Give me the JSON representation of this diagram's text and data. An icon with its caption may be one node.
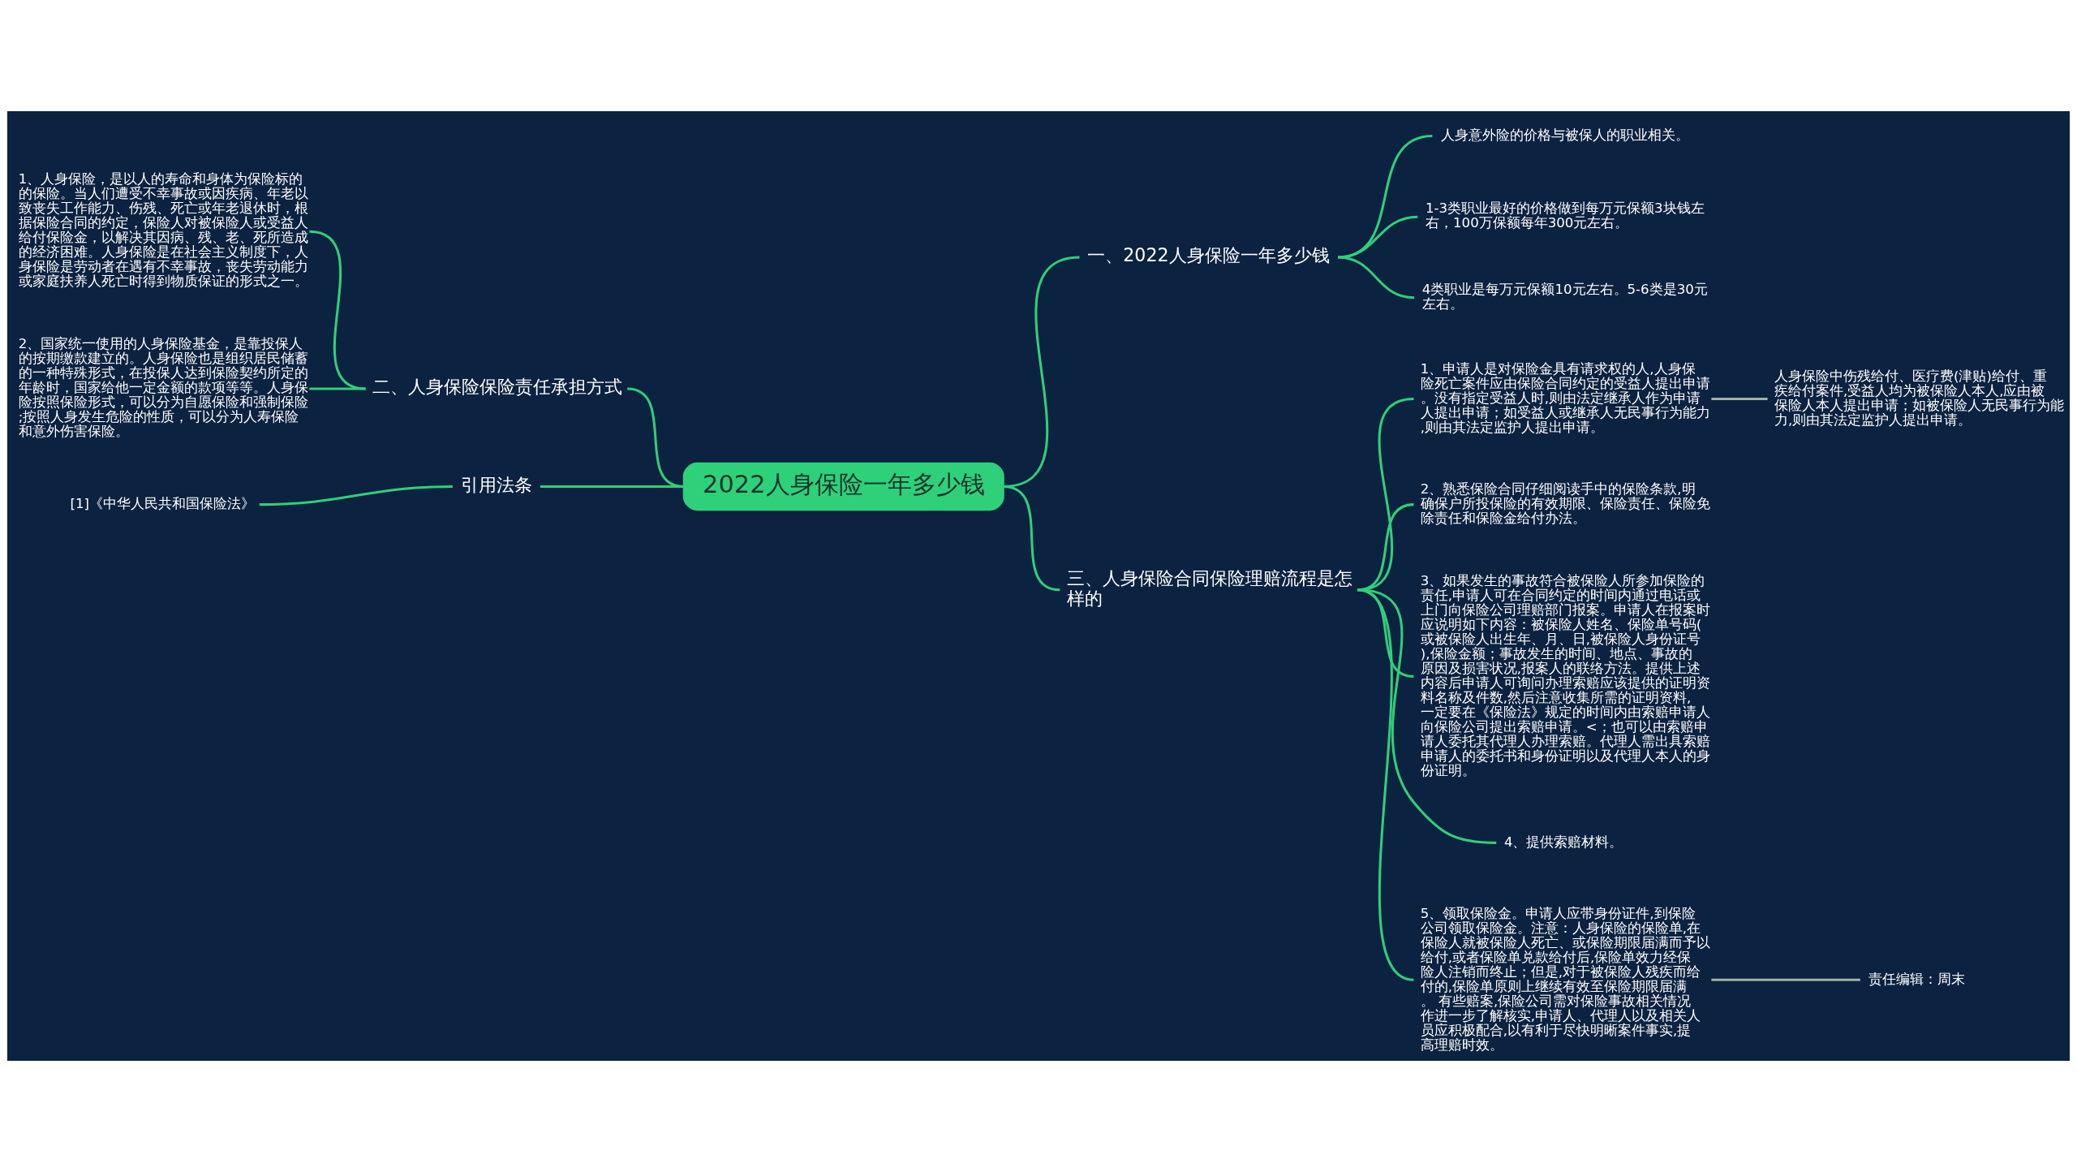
{
  "diagram": {
    "nodes": [
      {
        "text": [
          "2022人身保险一年多少钱"
        ]
      },
      {
        "text": [
          "一、2022人身保险一年多少钱"
        ]
      },
      {
        "text": [
          "人身意外险的价格与被保人的职业相关。"
        ]
      },
      {
        "text": [
          "1-3类职业最好的价格做到每万元保额3块钱左右，100万保额每年300元左右。"
        ]
      },
      {
        "text": [
          "4类职业是每万元保额10元左右。5-6类是30元左右。"
        ]
      },
      {
        "text": [
          "三、人身保险合同保险理赔流程是怎样的"
        ]
      },
      {
        "text": [
          "1、申请人是对保险金具有请求权的人,人身保险死亡案件应由保险合同约定的受益人提出申请。没有指定受益人时,则由法定继承人作为申请人提出申请；如受益人或继承人无民事行为能力,则由其法定监护人提出申请。"
        ]
      },
      {
        "text": [
          "人身保险中伤残给付、医疗费(津贴)给付、重疾给付案件,受益人均为被保险人本人,应由被保险人本人提出申请；如被保险人无民事行为能力,则由其法定监护人提出申请。"
        ]
      },
      {
        "text": [
          "2、熟悉保险合同仔细阅读手中的保险条款,明确保户所投保险的有效期限、保险责任、保险免除责任和保险金给付办法。"
        ]
      },
      {
        "text": [
          "3、如果发生的事故符合被保险人所参加保险的责任,申请人可在合同约定的时间内通过电话或上门向保险公司理赔部门报案。申请人在报案时应说明如下内容：被保险人姓名、保险单号码(或被保险人出生年、月、日,被保险人身份证号),保险金额；事故发生的时间、地点、事故的原因及损害状况,报案人的联络方法。提供上述内容后申请人可询问办理索赔应该提供的证明资料名称及件数,然后注意收集所需的证明资料,一定要在《保险法》规定的时间内由索赔申请人向保险公司提出索赔申请。<；也可以由索赔申请人委托其代理人办理索赔。代理人需出具索赔申请人的委托书和身份证明以及代理人本人的身份证明。"
        ]
      },
      {
        "text": [
          "4、提供索赔材料。"
        ]
      },
      {
        "text": [
          "5、领取保险金。申请人应带身份证件,到保险公司领取保险金。注意：人身保险的保险单,在保险人就被保险人死亡、或保险期限届满而予以给付,或者保险单兑款给付后,保险单效力经保险人注销而终止；但是,对于被保险人残疾而给付的,保险单原则上继续有效至保险期限届满。 有些赔案,保险公司需对保险事故相关情况作进一步了解核实,申请人、代理人以及相关人员应积极配合,以有利于尽快明晰案件事实,提高理赔时效。"
        ]
      },
      {
        "text": [
          "责任编辑：周末"
        ]
      },
      {
        "text": [
          "二、人身保险保险责任承担方式"
        ]
      },
      {
        "text": [
          "1、人身保险，是以人的寿命和身体为保险标的的保险。当人们遭受不幸事故或因疾病、年老以致丧失工作能力、伤残、死亡或年老退休时，根据保险合同的约定，保险人对被保险人或受益人给付保险金，以解决其因病、残、老、死所造成的经济困难。人身保险是在社会主义制度下，人身保险是劳动者在遇有不幸事故，丧失劳动能力或家庭扶养人死亡时得到物质保证的形式之一。"
        ]
      },
      {
        "text": [
          "2、国家统一使用的人身保险基金，是靠投保人的按期缴款建立的。人身保险也是组织居民储蓄的一种特殊形式，在投保人达到保险契约所定的年龄时，国家给他一定金额的款项等等。人身保险按照保险形式，可以分为自愿保险和强制保险;按照人身发生危险的性质，可以分为人寿保险和意外伤害保险。"
        ]
      },
      {
        "text": [
          "引用法条"
        ]
      },
      {
        "text": [
          "[1]《中华人民共和国保险法》"
        ]
      }
    ],
    "edges": [
      {
        "from": 0,
        "to": 1,
        "arrow": "none"
      },
      {
        "from": 1,
        "to": 2,
        "arrow": "none"
      },
      {
        "from": 1,
        "to": 3,
        "arrow": "none"
      },
      {
        "from": 1,
        "to": 4,
        "arrow": "none"
      },
      {
        "from": 0,
        "to": 5,
        "arrow": "none"
      },
      {
        "from": 5,
        "to": 6,
        "arrow": "none"
      },
      {
        "from": 6,
        "to": 7,
        "arrow": "none",
        "color": "#9fb3ab"
      },
      {
        "from": 5,
        "to": 8,
        "arrow": "none"
      },
      {
        "from": 5,
        "to": 9,
        "arrow": "none"
      },
      {
        "from": 5,
        "to": 10,
        "arrow": "none"
      },
      {
        "from": 5,
        "to": 11,
        "arrow": "none"
      },
      {
        "from": 11,
        "to": 12,
        "arrow": "none",
        "color": "#9fb3ab"
      },
      {
        "from": 0,
        "to": 13,
        "arrow": "none"
      },
      {
        "from": 13,
        "to": 14,
        "arrow": "none"
      },
      {
        "from": 13,
        "to": 15,
        "arrow": "none"
      },
      {
        "from": 0,
        "to": 16,
        "arrow": "none"
      },
      {
        "from": 16,
        "to": 17,
        "arrow": "none"
      }
    ]
  }
}
